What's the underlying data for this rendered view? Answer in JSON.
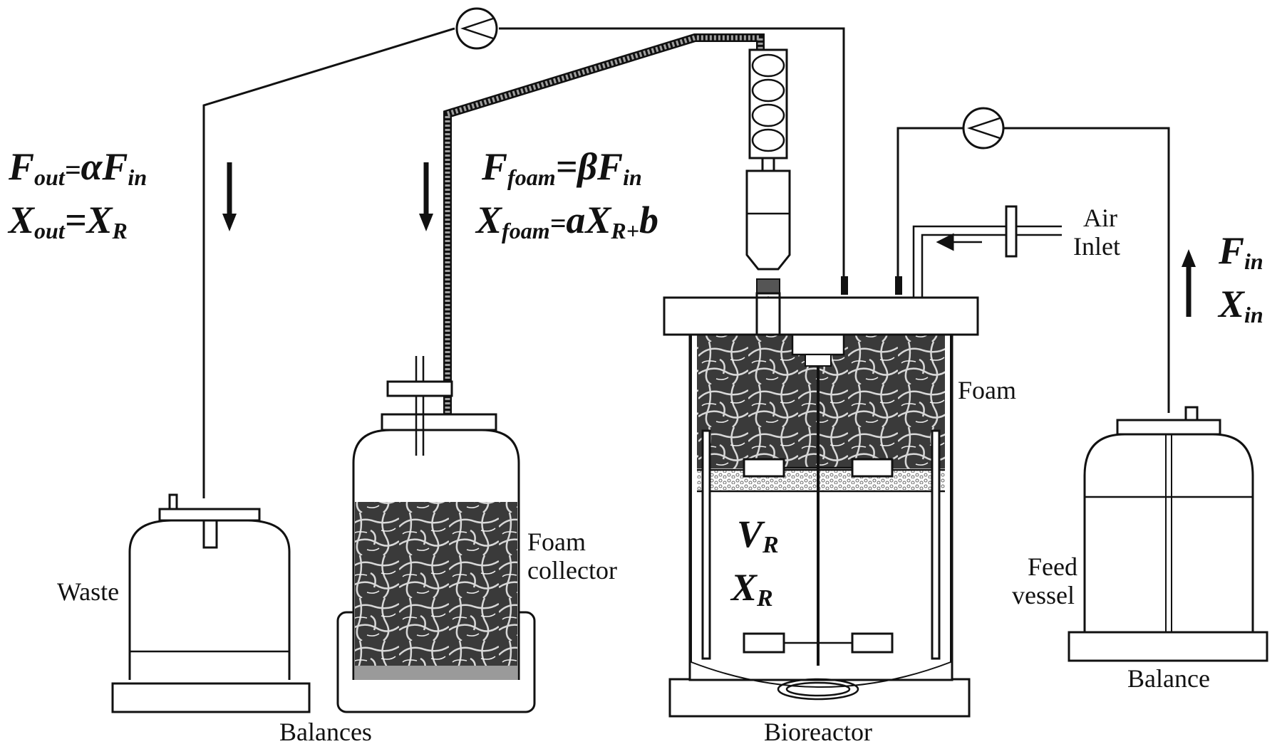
{
  "labels": {
    "waste": "Waste",
    "balances": "Balances",
    "foam_collector_line1": "Foam",
    "foam_collector_line2": "collector",
    "bioreactor": "Bioreactor",
    "foam": "Foam",
    "air_inlet_line1": "Air",
    "air_inlet_line2": "Inlet",
    "feed_vessel_line1": "Feed",
    "feed_vessel_line2": "vessel",
    "balance": "Balance"
  },
  "equations": {
    "out_flow": {
      "main": "F",
      "sub": "out",
      "eq": "=",
      "coef": "α",
      "main2": "F",
      "sub2": "in"
    },
    "out_conc": {
      "main": "X",
      "sub": "out",
      "eq": "=",
      "main2": "X",
      "sub2": "R"
    },
    "foam_flow": {
      "main": "F",
      "sub": "foam",
      "eq": "=",
      "coef": "β",
      "main2": "F",
      "sub2": "in"
    },
    "foam_conc": {
      "main": "X",
      "sub": "foam",
      "eq": "=",
      "coef": "a",
      "main2": "X",
      "sub2": "R+",
      "tail": "b"
    },
    "in_flow": {
      "main": "F",
      "sub": "in"
    },
    "in_conc": {
      "main": "X",
      "sub": "in"
    },
    "reactor_volume": {
      "main": "V",
      "sub": "R"
    },
    "reactor_conc": {
      "main": "X",
      "sub": "R"
    }
  },
  "colors": {
    "ink": "#111111",
    "foam_dark": "#3a3a3a",
    "foam_light": "#bdbdbd"
  }
}
